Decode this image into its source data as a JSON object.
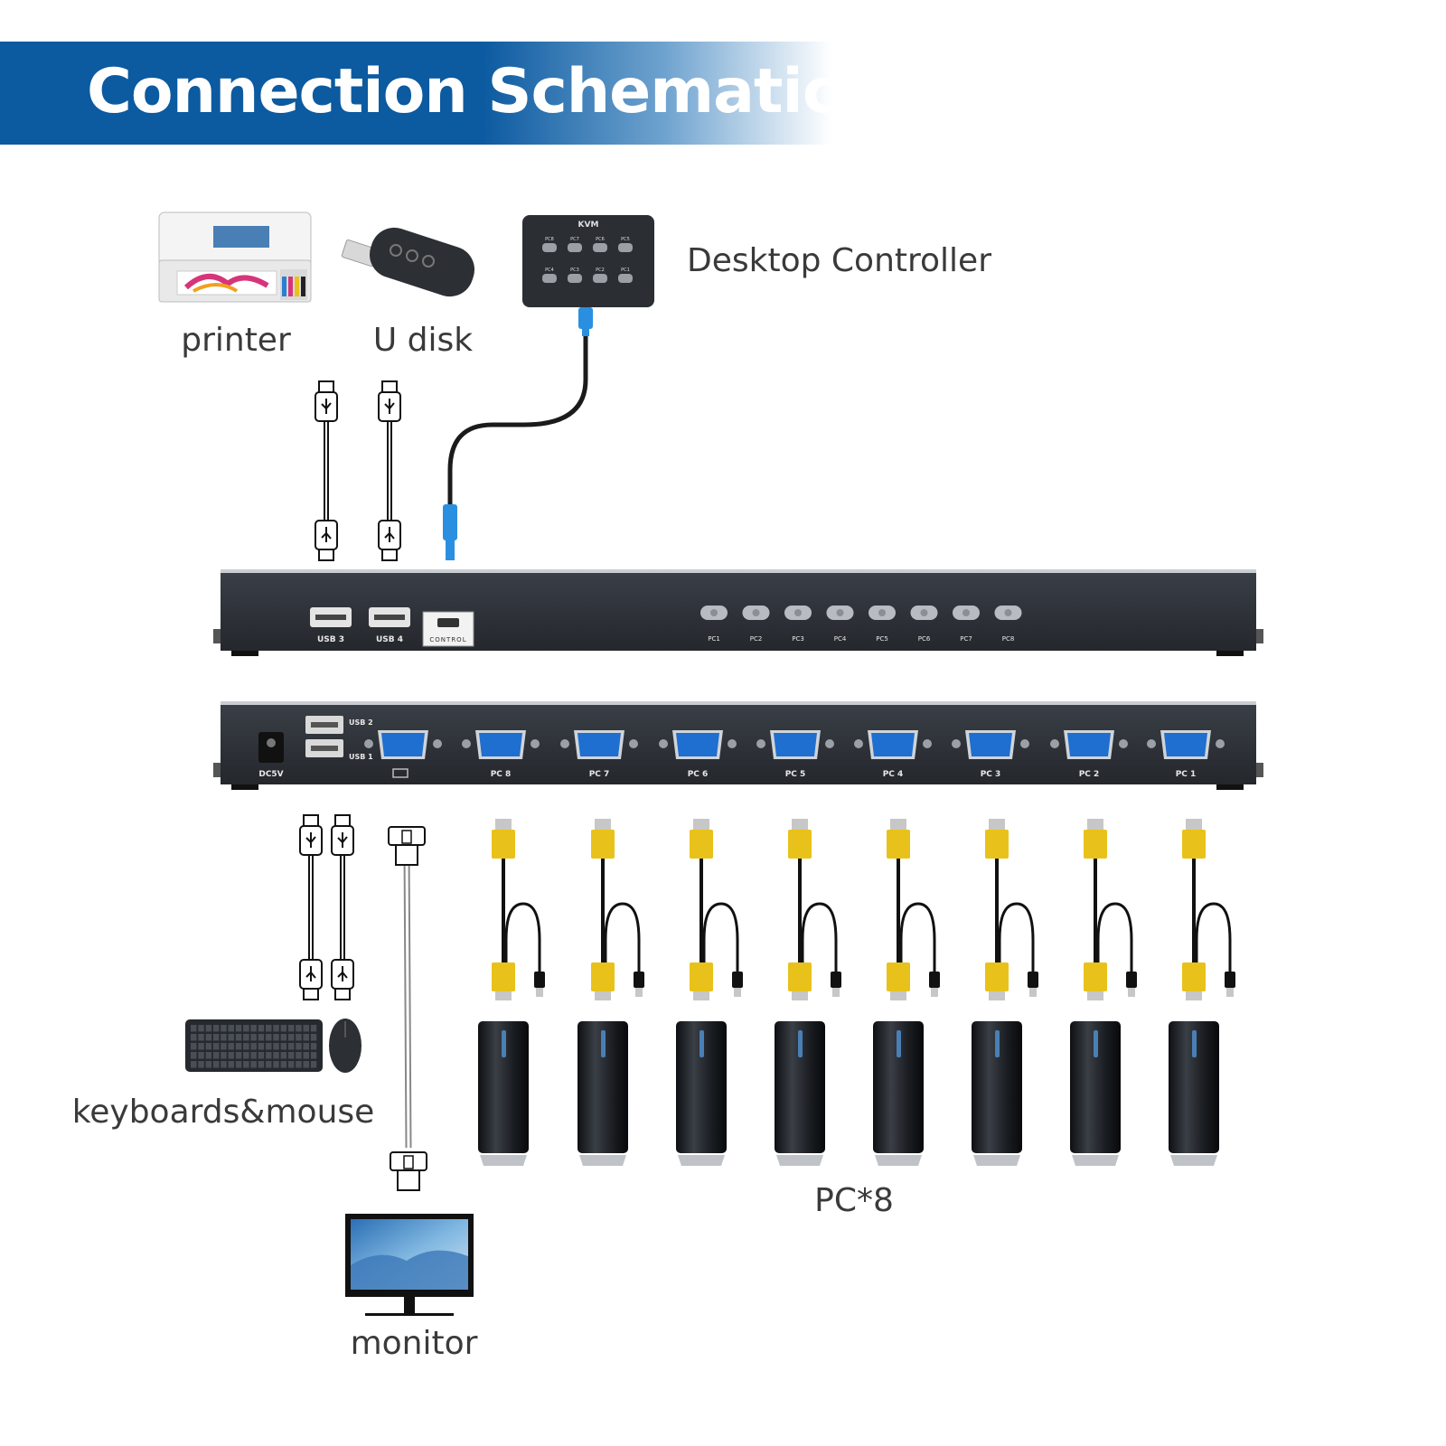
{
  "header": {
    "title": "Connection Schematic"
  },
  "peripherals": {
    "printer_label": "printer",
    "udisk_label": "U disk",
    "controller_label": "Desktop Controller",
    "controller_title": "KVM",
    "controller_buttons": [
      "PC8",
      "PC7",
      "PC6",
      "PC5",
      "PC4",
      "PC3",
      "PC2",
      "PC1"
    ]
  },
  "front_panel": {
    "usb_ports": [
      "USB 3",
      "USB 4"
    ],
    "control_port": "CONTROL",
    "pc_buttons": [
      "PC1",
      "PC2",
      "PC3",
      "PC4",
      "PC5",
      "PC6",
      "PC7",
      "PC8"
    ]
  },
  "rear_panel": {
    "power": "DC5V",
    "usb_ports": [
      "USB 2",
      "USB 1"
    ],
    "vga_ports": [
      "PC 8",
      "PC 7",
      "PC 6",
      "PC 5",
      "PC 4",
      "PC 3",
      "PC 2",
      "PC 1"
    ]
  },
  "bottom": {
    "kbm_label": "keyboards&mouse",
    "monitor_label": "monitor",
    "pc_label": "PC*8"
  },
  "colors": {
    "banner": "#0c5aa0",
    "device_body": "#2e3238",
    "vga_blue": "#1e6fd0",
    "cable_yellow": "#e8c21a",
    "usb_blue": "#2a8fe0"
  }
}
